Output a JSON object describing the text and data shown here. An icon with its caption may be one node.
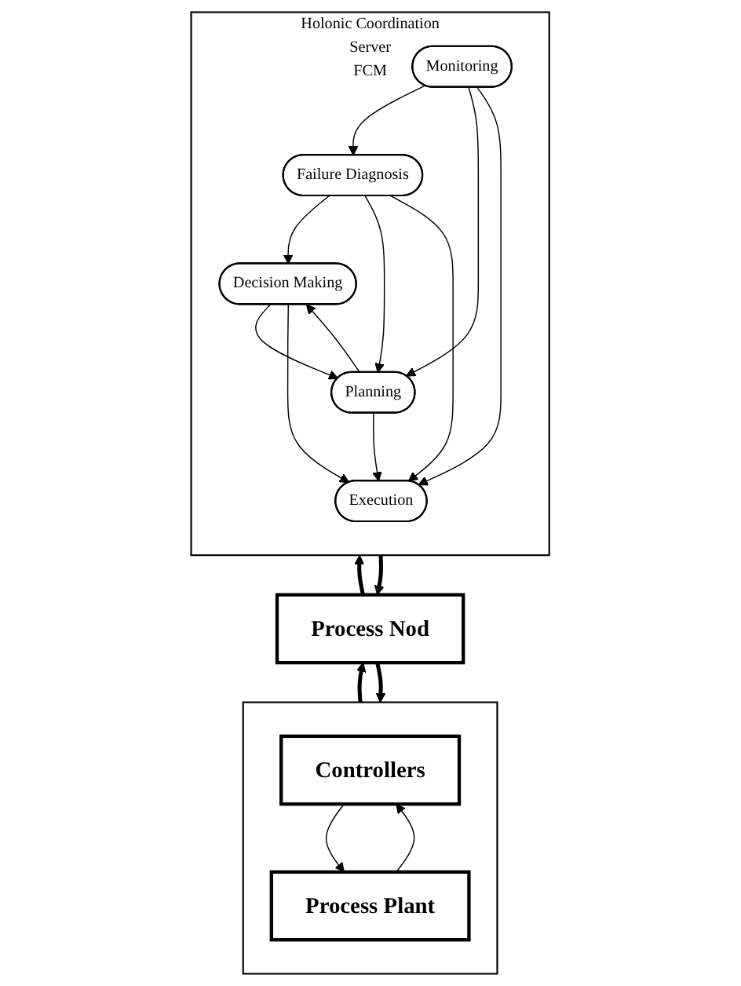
{
  "diagram": {
    "nodes": [
      {
        "text": [
          "Holonic Coordination",
          "Server",
          "FCM"
        ]
      },
      {
        "text": [
          "Decision Making"
        ],
        "in": 0
      },
      {
        "text": [
          "Failure Diagnosis"
        ],
        "in": 0
      },
      {
        "text": [
          "Planning"
        ],
        "in": 0
      },
      {
        "text": [
          "Monitoring"
        ],
        "in": 0
      },
      {
        "text": [
          "Execution"
        ],
        "in": 0
      },
      {
        "text": [
          "Process Nod"
        ]
      },
      {
        "text": [],
        "shape": "box"
      },
      {
        "text": [
          "Controllers"
        ],
        "in": 7
      },
      {
        "text": [
          "Process Plant"
        ],
        "in": 7
      }
    ],
    "edges": [
      {
        "from": 2,
        "to": 1,
        "arrow": "to"
      },
      {
        "from": 1,
        "to": 3,
        "arrow": "to"
      },
      {
        "from": 3,
        "to": 1,
        "arrow": "to"
      },
      {
        "from": 2,
        "to": 3,
        "arrow": "to"
      },
      {
        "from": 2,
        "to": 5,
        "arrow": "to"
      },
      {
        "from": 1,
        "to": 5,
        "arrow": "to"
      },
      {
        "from": 4,
        "to": 2,
        "arrow": "to"
      },
      {
        "from": 4,
        "to": 3,
        "arrow": "to"
      },
      {
        "from": 4,
        "to": 5,
        "arrow": "to"
      },
      {
        "from": 3,
        "to": 5,
        "arrow": "to"
      },
      {
        "from": 6,
        "to": 0,
        "arrow": "to",
        "style": "thick"
      },
      {
        "from": 0,
        "to": 6,
        "arrow": "to",
        "style": "thick"
      },
      {
        "from": 7,
        "to": 6,
        "arrow": "to",
        "style": "thick"
      },
      {
        "from": 6,
        "to": 7,
        "arrow": "to",
        "style": "thick"
      },
      {
        "from": 9,
        "to": 8,
        "arrow": "to"
      },
      {
        "from": 8,
        "to": 9,
        "arrow": "to"
      }
    ]
  }
}
